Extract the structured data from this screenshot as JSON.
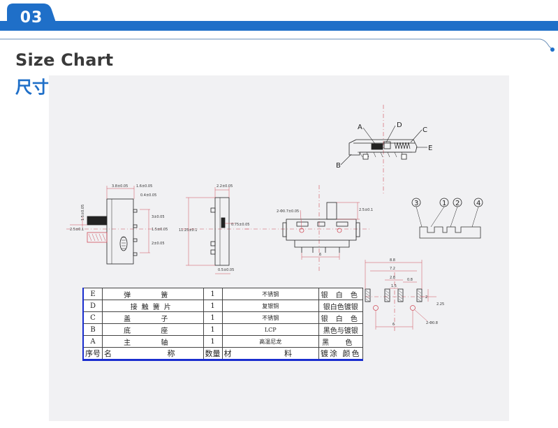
{
  "header": {
    "section_number": "03",
    "accent_color": "#1f6fc8"
  },
  "titles": {
    "english": "Size Chart",
    "chinese": "尺寸图"
  },
  "drawing": {
    "callouts": {
      "a": "A",
      "b": "B",
      "c": "C",
      "d": "D",
      "e": "E"
    },
    "pin_numbers": {
      "p1": "1",
      "p2": "2",
      "p3": "3",
      "p4": "4"
    },
    "dimensions": {
      "d_3_8": "3.8±0.05",
      "d_1_6": "1.6±0.05",
      "d_0_4": "0.4±0.05",
      "d_1_5_left": "1.5±0.05",
      "d_3": "3±0.05",
      "d_1_5": "1.5±0.05",
      "d_2": "2±0.05",
      "d_2_5": "2.5±0.1",
      "d_11_25": "11.25±0.1",
      "d_2_2": "2.2±0.05",
      "d_0_75": "0.75±0.05",
      "d_0_5": "0.5±0.05",
      "d_2_phi_0_7": "2-Φ0.7±0.05",
      "d_2_5_right": "2.5±0.1",
      "d_6": "6",
      "d_8_8": "8.8",
      "d_7_2": "7.2",
      "d_2_8": "2.8",
      "d_1_5_pad": "1.5",
      "d_0_8": "0.8",
      "d_2_pad": "2",
      "d_2_25": "2.25",
      "d_2_phi_0_8": "2-Φ0.8",
      "d_6_pad": "6"
    }
  },
  "parts_table": {
    "rows": [
      {
        "code": "E",
        "name": "弹 簧",
        "qty": "1",
        "material": "不锈钢",
        "finish": "银 白 色"
      },
      {
        "code": "D",
        "name": "接触簧片",
        "qty": "1",
        "material": "复银铜",
        "finish": "银白色镀银"
      },
      {
        "code": "C",
        "name": "盖 子",
        "qty": "1",
        "material": "不锈钢",
        "finish": "银 白 色"
      },
      {
        "code": "B",
        "name": "底 座",
        "qty": "1",
        "material": "LCP",
        "finish": "黑色与镀银"
      },
      {
        "code": "A",
        "name": "主 轴",
        "qty": "1",
        "material": "高温尼龙",
        "finish": "黑 色"
      }
    ],
    "header": {
      "code": "序号",
      "name": "名 称",
      "qty": "数量",
      "material": "材 料",
      "finish": "镀涂 颜色"
    }
  }
}
